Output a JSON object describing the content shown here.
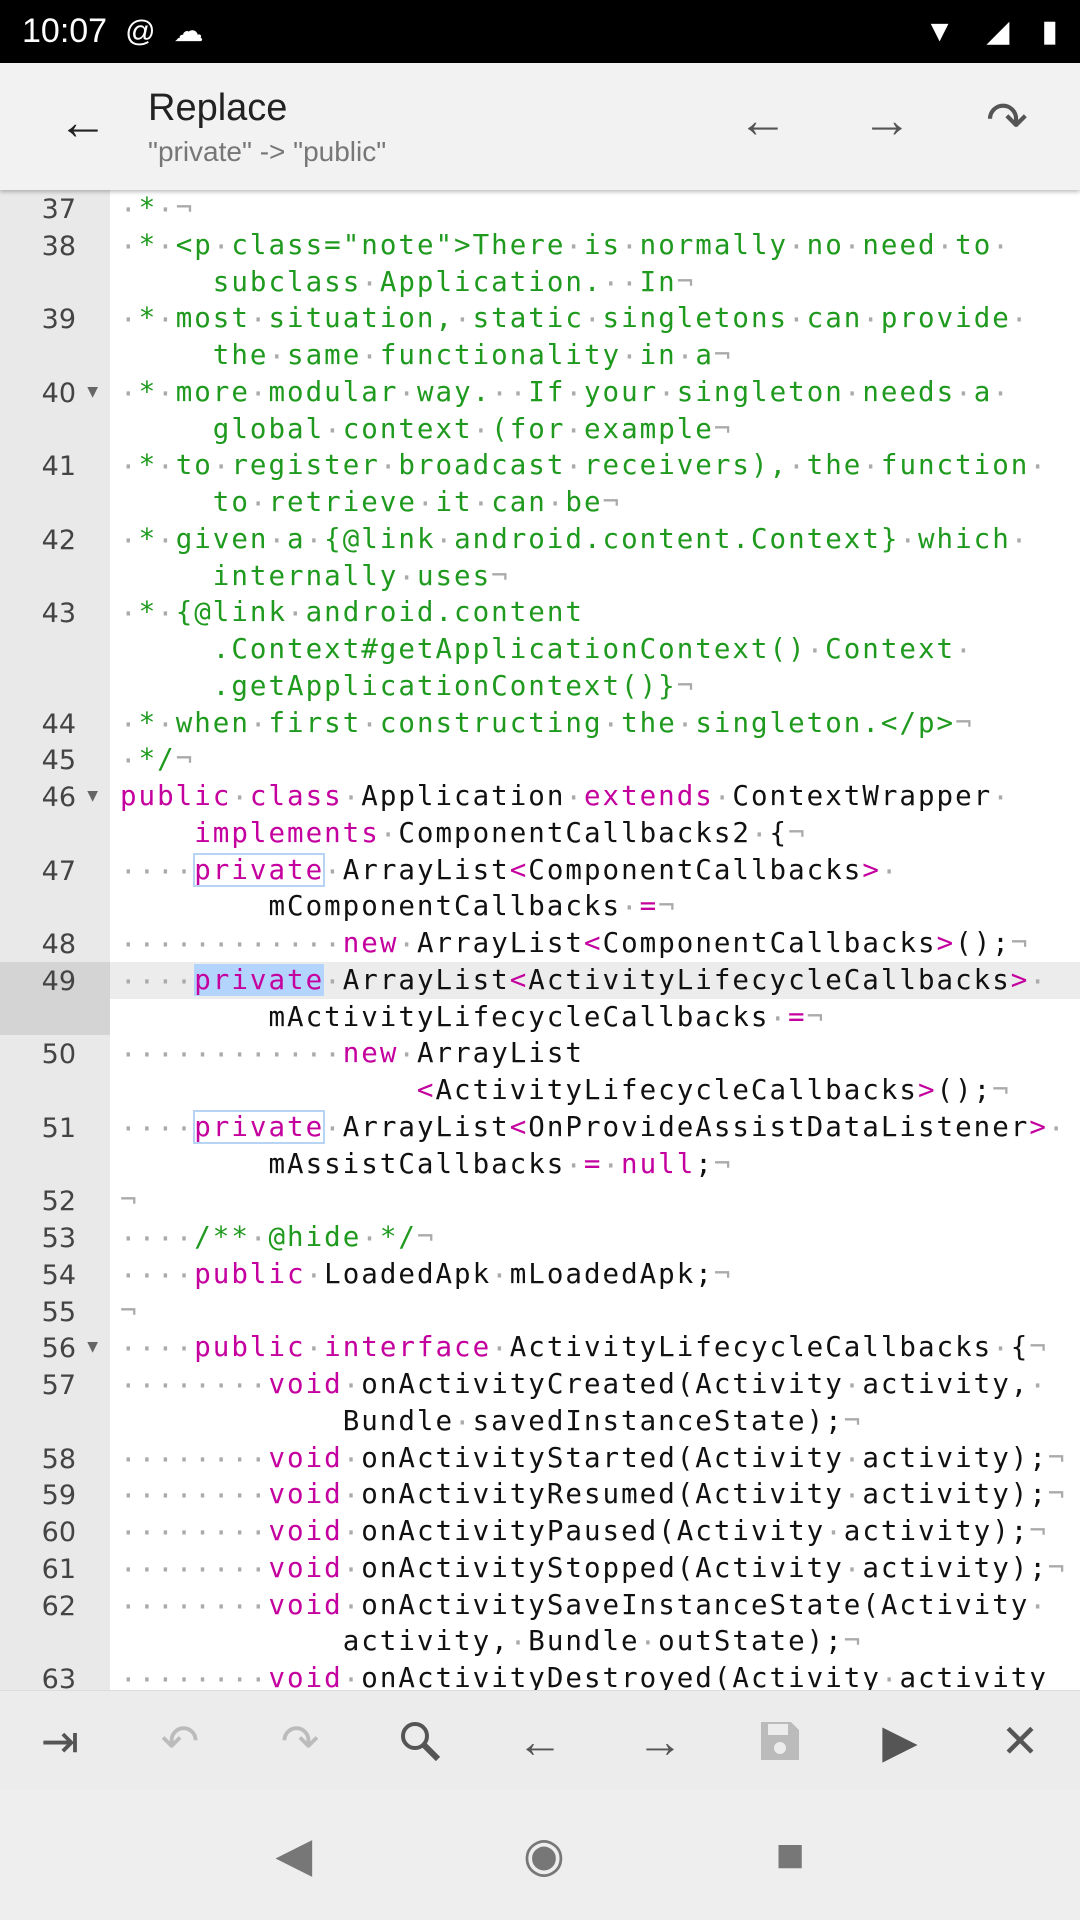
{
  "status": {
    "time": "10:07"
  },
  "header": {
    "title": "Replace",
    "subtitle": "\"private\" -> \"public\""
  },
  "colors": {
    "keyword": "#c4009e",
    "comment": "#1f9a1f",
    "selection": "#b3d4fc"
  },
  "lines": [
    {
      "n": "37",
      "rows": [
        [
          [
            "c",
            " * "
          ],
          [
            "e",
            "¬"
          ]
        ]
      ]
    },
    {
      "n": "38",
      "rows": [
        [
          [
            "c",
            " * <p class=\"note\">There is normally no need to "
          ]
        ],
        [
          [
            "i",
            "     "
          ],
          [
            "c",
            "subclass Application.  In"
          ],
          [
            "e",
            "¬"
          ]
        ]
      ]
    },
    {
      "n": "39",
      "rows": [
        [
          [
            "c",
            " * most situation, static singletons can provide "
          ]
        ],
        [
          [
            "i",
            "     "
          ],
          [
            "c",
            "the same functionality in a"
          ],
          [
            "e",
            "¬"
          ]
        ]
      ]
    },
    {
      "n": "40",
      "fold": true,
      "rows": [
        [
          [
            "c",
            " * more modular way.  If your singleton needs a "
          ]
        ],
        [
          [
            "i",
            "     "
          ],
          [
            "c",
            "global context (for example"
          ],
          [
            "e",
            "¬"
          ]
        ]
      ]
    },
    {
      "n": "41",
      "rows": [
        [
          [
            "c",
            " * to register broadcast receivers), the function "
          ]
        ],
        [
          [
            "i",
            "     "
          ],
          [
            "c",
            "to retrieve it can be"
          ],
          [
            "e",
            "¬"
          ]
        ]
      ]
    },
    {
      "n": "42",
      "rows": [
        [
          [
            "c",
            " * given a {@link android.content.Context} which "
          ]
        ],
        [
          [
            "i",
            "     "
          ],
          [
            "c",
            "internally uses"
          ],
          [
            "e",
            "¬"
          ]
        ]
      ]
    },
    {
      "n": "43",
      "rows": [
        [
          [
            "c",
            " * {@link android.content"
          ]
        ],
        [
          [
            "i",
            "     "
          ],
          [
            "c",
            ".Context#getApplicationContext() Context "
          ]
        ],
        [
          [
            "i",
            "     "
          ],
          [
            "c",
            ".getApplicationContext()}"
          ],
          [
            "e",
            "¬"
          ]
        ]
      ]
    },
    {
      "n": "44",
      "rows": [
        [
          [
            "c",
            " * when first constructing the singleton.</p>"
          ],
          [
            "e",
            "¬"
          ]
        ]
      ]
    },
    {
      "n": "45",
      "rows": [
        [
          [
            "c",
            " */"
          ],
          [
            "e",
            "¬"
          ]
        ]
      ]
    },
    {
      "n": "46",
      "fold": true,
      "rows": [
        [
          [
            "k",
            "public"
          ],
          [
            "t",
            " "
          ],
          [
            "k",
            "class"
          ],
          [
            "t",
            " Application "
          ],
          [
            "k",
            "extends"
          ],
          [
            "t",
            " ContextWrapper "
          ]
        ],
        [
          [
            "i",
            "    "
          ],
          [
            "k",
            "implements"
          ],
          [
            "t",
            " ComponentCallbacks2 {"
          ],
          [
            "e",
            "¬"
          ]
        ]
      ]
    },
    {
      "n": "47",
      "rows": [
        [
          [
            "t",
            "    "
          ],
          [
            "h",
            "private"
          ],
          [
            "t",
            " ArrayList"
          ],
          [
            "o",
            "<"
          ],
          [
            "t",
            "ComponentCallbacks"
          ],
          [
            "o",
            ">"
          ],
          [
            "t",
            " "
          ]
        ],
        [
          [
            "i",
            "        "
          ],
          [
            "t",
            "mComponentCallbacks "
          ],
          [
            "o",
            "="
          ],
          [
            "e",
            "¬"
          ]
        ]
      ]
    },
    {
      "n": "48",
      "rows": [
        [
          [
            "t",
            "            "
          ],
          [
            "k",
            "new"
          ],
          [
            "t",
            " ArrayList"
          ],
          [
            "o",
            "<"
          ],
          [
            "t",
            "ComponentCallbacks"
          ],
          [
            "o",
            ">"
          ],
          [
            "t",
            "();"
          ],
          [
            "e",
            "¬"
          ]
        ]
      ]
    },
    {
      "n": "49",
      "active": true,
      "rows": [
        [
          [
            "t",
            "    "
          ],
          [
            "s",
            "private"
          ],
          [
            "t",
            " ArrayList"
          ],
          [
            "o",
            "<"
          ],
          [
            "t",
            "ActivityLifecycleCallbacks"
          ],
          [
            "o",
            ">"
          ],
          [
            "t",
            " "
          ]
        ],
        [
          [
            "i",
            "        "
          ],
          [
            "t",
            "mActivityLifecycleCallbacks "
          ],
          [
            "o",
            "="
          ],
          [
            "e",
            "¬"
          ]
        ]
      ]
    },
    {
      "n": "50",
      "rows": [
        [
          [
            "t",
            "            "
          ],
          [
            "k",
            "new"
          ],
          [
            "t",
            " ArrayList"
          ]
        ],
        [
          [
            "i",
            "                "
          ],
          [
            "o",
            "<"
          ],
          [
            "t",
            "ActivityLifecycleCallbacks"
          ],
          [
            "o",
            ">"
          ],
          [
            "t",
            "();"
          ],
          [
            "e",
            "¬"
          ]
        ]
      ]
    },
    {
      "n": "51",
      "rows": [
        [
          [
            "t",
            "    "
          ],
          [
            "h",
            "private"
          ],
          [
            "t",
            " ArrayList"
          ],
          [
            "o",
            "<"
          ],
          [
            "t",
            "OnProvideAssistDataListener"
          ],
          [
            "o",
            ">"
          ],
          [
            "t",
            " "
          ]
        ],
        [
          [
            "i",
            "        "
          ],
          [
            "t",
            "mAssistCallbacks "
          ],
          [
            "o",
            "="
          ],
          [
            "t",
            " "
          ],
          [
            "k",
            "null"
          ],
          [
            "t",
            ";"
          ],
          [
            "e",
            "¬"
          ]
        ]
      ]
    },
    {
      "n": "52",
      "rows": [
        [
          [
            "e",
            "¬"
          ]
        ]
      ]
    },
    {
      "n": "53",
      "rows": [
        [
          [
            "t",
            "    "
          ],
          [
            "c",
            "/** @hide */"
          ],
          [
            "e",
            "¬"
          ]
        ]
      ]
    },
    {
      "n": "54",
      "rows": [
        [
          [
            "t",
            "    "
          ],
          [
            "k",
            "public"
          ],
          [
            "t",
            " LoadedApk mLoadedApk;"
          ],
          [
            "e",
            "¬"
          ]
        ]
      ]
    },
    {
      "n": "55",
      "rows": [
        [
          [
            "e",
            "¬"
          ]
        ]
      ]
    },
    {
      "n": "56",
      "fold": true,
      "rows": [
        [
          [
            "t",
            "    "
          ],
          [
            "k",
            "public"
          ],
          [
            "t",
            " "
          ],
          [
            "k",
            "interface"
          ],
          [
            "t",
            " ActivityLifecycleCallbacks {"
          ],
          [
            "e",
            "¬"
          ]
        ]
      ]
    },
    {
      "n": "57",
      "rows": [
        [
          [
            "t",
            "        "
          ],
          [
            "k",
            "void"
          ],
          [
            "t",
            " onActivityCreated(Activity activity, "
          ]
        ],
        [
          [
            "i",
            "            "
          ],
          [
            "t",
            "Bundle savedInstanceState);"
          ],
          [
            "e",
            "¬"
          ]
        ]
      ]
    },
    {
      "n": "58",
      "rows": [
        [
          [
            "t",
            "        "
          ],
          [
            "k",
            "void"
          ],
          [
            "t",
            " onActivityStarted(Activity activity);"
          ],
          [
            "e",
            "¬"
          ]
        ]
      ]
    },
    {
      "n": "59",
      "rows": [
        [
          [
            "t",
            "        "
          ],
          [
            "k",
            "void"
          ],
          [
            "t",
            " onActivityResumed(Activity activity);"
          ],
          [
            "e",
            "¬"
          ]
        ]
      ]
    },
    {
      "n": "60",
      "rows": [
        [
          [
            "t",
            "        "
          ],
          [
            "k",
            "void"
          ],
          [
            "t",
            " onActivityPaused(Activity activity);"
          ],
          [
            "e",
            "¬"
          ]
        ]
      ]
    },
    {
      "n": "61",
      "rows": [
        [
          [
            "t",
            "        "
          ],
          [
            "k",
            "void"
          ],
          [
            "t",
            " onActivityStopped(Activity activity);"
          ],
          [
            "e",
            "¬"
          ]
        ]
      ]
    },
    {
      "n": "62",
      "rows": [
        [
          [
            "t",
            "        "
          ],
          [
            "k",
            "void"
          ],
          [
            "t",
            " onActivitySaveInstanceState(Activity "
          ]
        ],
        [
          [
            "i",
            "            "
          ],
          [
            "t",
            "activity, Bundle outState);"
          ],
          [
            "e",
            "¬"
          ]
        ]
      ]
    },
    {
      "n": "63",
      "rows": [
        [
          [
            "t",
            "        "
          ],
          [
            "k",
            "void"
          ],
          [
            "t",
            " onActivityDestroyed(Activity activity"
          ]
        ]
      ]
    }
  ]
}
